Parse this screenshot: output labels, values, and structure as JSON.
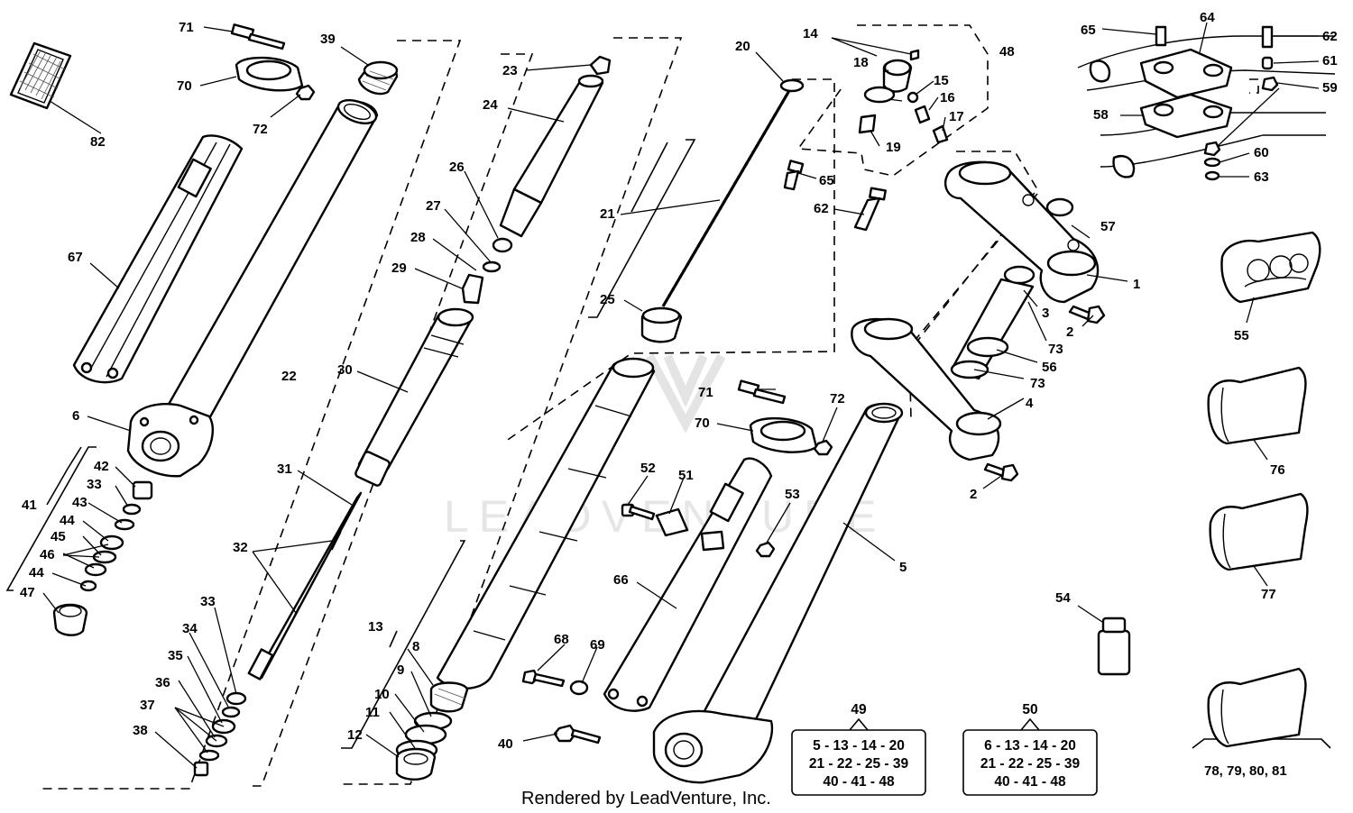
{
  "footer": {
    "credit": "Rendered by LeadVenture, Inc."
  },
  "watermark": {
    "text": "LEADVENTURE"
  },
  "labels": {
    "p1": "1",
    "p2a": "2",
    "p2b": "2",
    "p3": "3",
    "p4": "4",
    "p5": "5",
    "p6": "6",
    "p8": "8",
    "p9": "9",
    "p10": "10",
    "p11": "11",
    "p12": "12",
    "p13": "13",
    "p14": "14",
    "p15": "15",
    "p16": "16",
    "p17": "17",
    "p18": "18",
    "p19": "19",
    "p20": "20",
    "p21": "21",
    "p22": "22",
    "p23": "23",
    "p24": "24",
    "p25": "25",
    "p26": "26",
    "p27": "27",
    "p28": "28",
    "p29": "29",
    "p30": "30",
    "p31": "31",
    "p32": "32",
    "p33a": "33",
    "p33b": "33",
    "p34": "34",
    "p35": "35",
    "p36": "36",
    "p37": "37",
    "p38": "38",
    "p39": "39",
    "p40": "40",
    "p41": "41",
    "p42": "42",
    "p43": "43",
    "p44a": "44",
    "p44b": "44",
    "p45": "45",
    "p46": "46",
    "p47": "47",
    "p48": "48",
    "p51": "51",
    "p52": "52",
    "p53": "53",
    "p54": "54",
    "p55": "55",
    "p56": "56",
    "p57": "57",
    "p58": "58",
    "p59": "59",
    "p60": "60",
    "p61": "61",
    "p62a": "62",
    "p62b": "62",
    "p63": "63",
    "p64": "64",
    "p65a": "65",
    "p65b": "65",
    "p66": "66",
    "p67": "67",
    "p68": "68",
    "p69": "69",
    "p70a": "70",
    "p70b": "70",
    "p71a": "71",
    "p71b": "71",
    "p72a": "72",
    "p72b": "72",
    "p73a": "73",
    "p73b": "73",
    "p76": "76",
    "p77": "77",
    "p78": "78, 79, 80, 81",
    "p82": "82"
  },
  "kits": {
    "k49": {
      "number": "49",
      "line1": "5 - 13 - 14 - 20",
      "line2": "21 - 22 - 25 - 39",
      "line3": "40 - 41 - 48"
    },
    "k50": {
      "number": "50",
      "line1": "6 - 13 - 14 - 20",
      "line2": "21 - 22 - 25 - 39",
      "line3": "40 - 41 - 48"
    }
  }
}
